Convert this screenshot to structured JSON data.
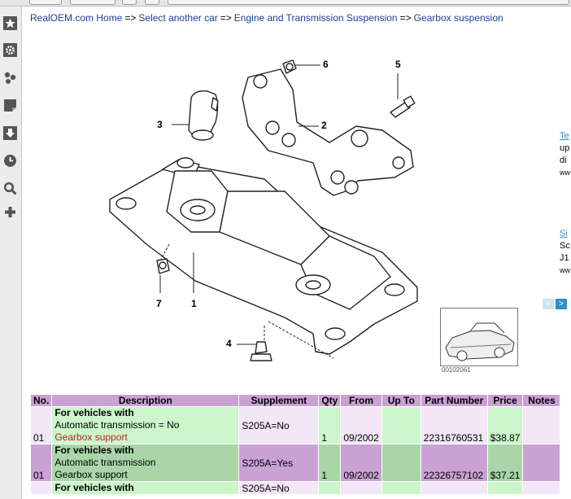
{
  "breadcrumb": {
    "items": [
      "RealOEM.com Home",
      "Select another car",
      "Engine and Transmission Suspension",
      "Gearbox suspension"
    ],
    "separator": "=>"
  },
  "diagram": {
    "callouts": [
      "1",
      "2",
      "3",
      "4",
      "5",
      "6",
      "7"
    ],
    "thumbnail_caption": "00102061"
  },
  "right_panel": {
    "fragments": [
      "Te",
      "up",
      "di",
      "ww",
      "Si",
      "Sc",
      "J1",
      "ww"
    ]
  },
  "pager": {
    "prev": "<",
    "next": ">"
  },
  "table": {
    "headers": [
      "No.",
      "Description",
      "Supplement",
      "Qty",
      "From",
      "Up To",
      "Part Number",
      "Price",
      "Notes"
    ],
    "rows": [
      {
        "no": "01",
        "desc_heading": "For vehicles with",
        "desc_condition": "Automatic transmission = No",
        "desc_name": "Gearbox support",
        "supplement": "S205A=No",
        "qty": "1",
        "from": "09/2002",
        "up_to": "",
        "part_number": "22316760531",
        "price": "$38.87",
        "notes": ""
      },
      {
        "no": "01",
        "desc_heading": "For vehicles with",
        "desc_condition": "Automatic transmission",
        "desc_name": "Gearbox support",
        "supplement": "S205A=Yes",
        "qty": "1",
        "from": "09/2002",
        "up_to": "",
        "part_number": "22326757102",
        "price": "$37.21",
        "notes": ""
      },
      {
        "no": "",
        "desc_heading": "For vehicles with",
        "desc_condition": "",
        "desc_name": "",
        "supplement": "S205A=No",
        "qty": "",
        "from": "",
        "up_to": "",
        "part_number": "",
        "price": "",
        "notes": ""
      }
    ]
  },
  "colors": {
    "link": "#1a3f9c",
    "header_bg": "#c9a1d3",
    "desc_bg": "#ccf5cc",
    "part_name_red": "#c02020"
  },
  "icons": [
    "star-icon",
    "gear-icon",
    "share-icon",
    "note-icon",
    "download-icon",
    "history-icon",
    "search-icon",
    "plus-icon"
  ]
}
